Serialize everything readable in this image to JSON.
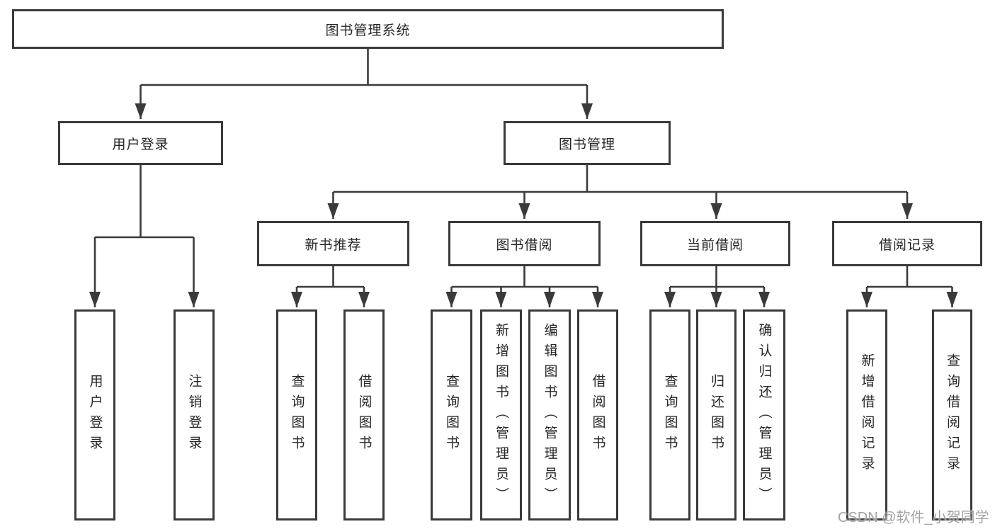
{
  "diagram": {
    "title": "图书管理系统",
    "type": "hierarchy-tree"
  },
  "colors": {
    "line": "#3a3a3a",
    "box_border": "#3a3a3a",
    "text": "#262626",
    "background": "#ffffff",
    "watermark": "#969696"
  },
  "nodes": {
    "root": "图书管理系统",
    "user_login": "用户登录",
    "book_management": "图书管理",
    "new_book_recommend": "新书推荐",
    "book_borrowing": "图书借阅",
    "current_borrowing": "当前借阅",
    "borrowing_records": "借阅记录",
    "leaf_user_login": "用户登录",
    "leaf_logout": "注销登录",
    "leaf_rec_query_books": "查询图书",
    "leaf_rec_borrow_books": "借阅图书",
    "leaf_bb_query_books": "查询图书",
    "leaf_bb_add_books_admin": "新增图书（管理员）",
    "leaf_bb_edit_books_admin": "编辑图书（管理员）",
    "leaf_bb_borrow_books": "借阅图书",
    "leaf_cb_query_books": "查询图书",
    "leaf_cb_return_books": "归还图书",
    "leaf_cb_confirm_return_admin": "确认归还（管理员）",
    "leaf_br_add_record": "新增借阅记录",
    "leaf_br_query_record": "查询借阅记录"
  },
  "watermark": "CSDN @软件_小贺同学"
}
